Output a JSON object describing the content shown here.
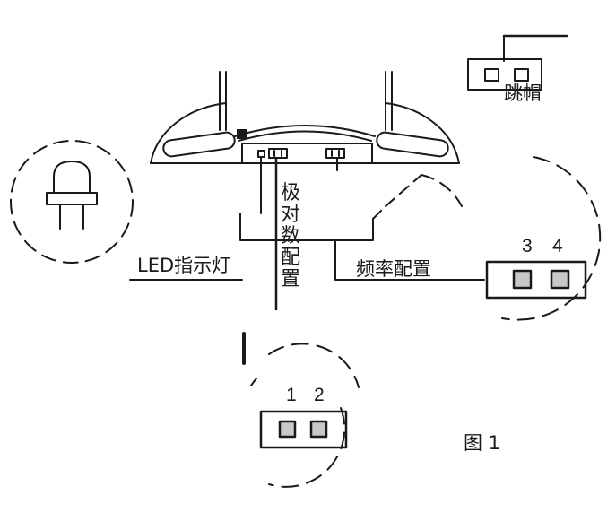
{
  "labels": {
    "jumper_cap": "跳帽",
    "polarity_config": "极对数配置",
    "led_indicator": "LED指示灯",
    "frequency_config": "频率配置",
    "figure_caption": "图 1",
    "pin_3": "3",
    "pin_4": "4",
    "pin_1": "1",
    "pin_2": "2"
  },
  "colors": {
    "ink": "#1a1a1a",
    "pad_fill": "#c8c8c8"
  }
}
